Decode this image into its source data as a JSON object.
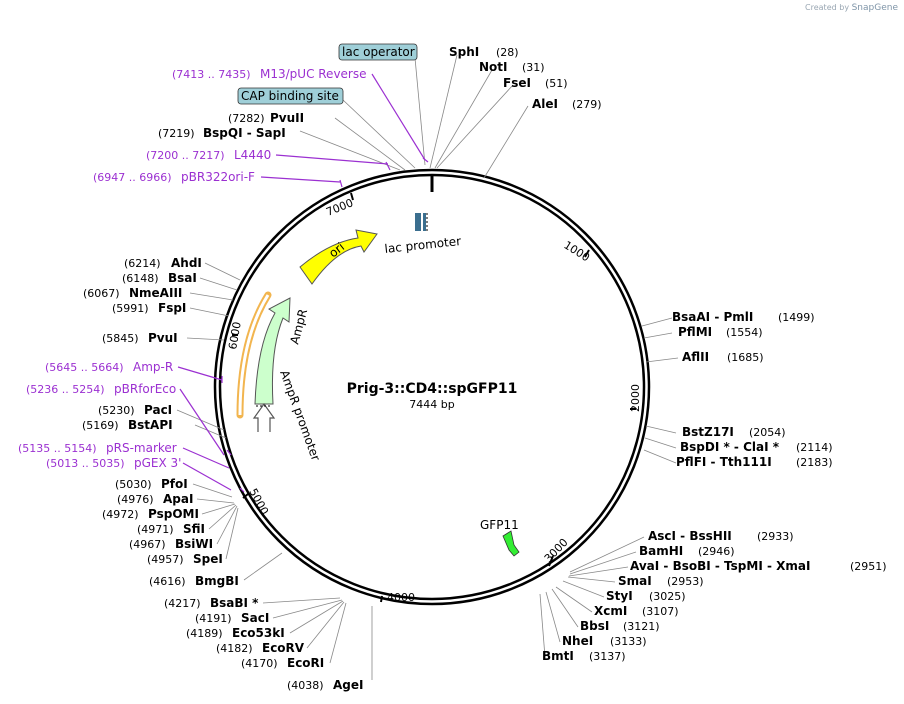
{
  "brand": {
    "prefix": "Created by",
    "name": "SnapGene"
  },
  "plasmid": {
    "name": "Prig-3::CD4::spGFP11",
    "length_label": "7444 bp"
  },
  "ticks": [
    "1000",
    "2000",
    "3000",
    "4000",
    "5000",
    "6000",
    "7000"
  ],
  "features": {
    "ori": "ori",
    "ampr": "AmpR",
    "ampr_promoter": "AmpR promoter",
    "lac_promoter": "lac promoter",
    "gfp11": "GFP11"
  },
  "boxed_features": {
    "lac_operator": "lac operator",
    "cap_site": "CAP binding site"
  },
  "primers": [
    {
      "pos": "(7413 .. 7435)",
      "name": "M13/pUC Reverse"
    },
    {
      "pos": "(7200 .. 7217)",
      "name": "L4440"
    },
    {
      "pos": "(6947 .. 6966)",
      "name": "pBR322ori-F"
    },
    {
      "pos": "(5645 .. 5664)",
      "name": "Amp-R"
    },
    {
      "pos": "(5236 .. 5254)",
      "name": "pBRforEco"
    },
    {
      "pos": "(5135 .. 5154)",
      "name": "pRS-marker"
    },
    {
      "pos": "(5013 .. 5035)",
      "name": "pGEX 3'"
    }
  ],
  "sites_top": [
    {
      "name": "SphI",
      "pos": "(28)"
    },
    {
      "name": "NotI",
      "pos": "(31)"
    },
    {
      "name": "FseI",
      "pos": "(51)"
    },
    {
      "name": "AleI",
      "pos": "(279)"
    }
  ],
  "sites_left_top": [
    {
      "pos": "(7282)",
      "name": "PvuII"
    },
    {
      "pos": "(7219)",
      "name": "BspQI  -  SapI"
    }
  ],
  "sites_left": [
    {
      "pos": "(6214)",
      "name": "AhdI"
    },
    {
      "pos": "(6148)",
      "name": "BsaI"
    },
    {
      "pos": "(6067)",
      "name": "NmeAIII"
    },
    {
      "pos": "(5991)",
      "name": "FspI"
    },
    {
      "pos": "(5845)",
      "name": "PvuI"
    },
    {
      "pos": "(5230)",
      "name": "PacI"
    },
    {
      "pos": "(5169)",
      "name": "BstAPI"
    },
    {
      "pos": "(5030)",
      "name": "PfoI"
    },
    {
      "pos": "(4976)",
      "name": "ApaI"
    },
    {
      "pos": "(4972)",
      "name": "PspOMI"
    },
    {
      "pos": "(4971)",
      "name": "SfiI"
    },
    {
      "pos": "(4967)",
      "name": "BsiWI"
    },
    {
      "pos": "(4957)",
      "name": "SpeI"
    },
    {
      "pos": "(4616)",
      "name": "BmgBI"
    },
    {
      "pos": "(4217)",
      "name": "BsaBI *"
    },
    {
      "pos": "(4191)",
      "name": "SacI"
    },
    {
      "pos": "(4189)",
      "name": "Eco53kI"
    },
    {
      "pos": "(4182)",
      "name": "EcoRV"
    },
    {
      "pos": "(4170)",
      "name": "EcoRI"
    },
    {
      "pos": "(4038)",
      "name": "AgeI"
    }
  ],
  "sites_right": [
    {
      "name": "BsaAI  -  PmlI",
      "pos": "(1499)"
    },
    {
      "name": "PflMI",
      "pos": "(1554)"
    },
    {
      "name": "AflII",
      "pos": "(1685)"
    },
    {
      "name": "BstZ17I",
      "pos": "(2054)"
    },
    {
      "name": "BspDI *  -  ClaI *",
      "pos": "(2114)"
    },
    {
      "name": "PflFI  -  Tth111I",
      "pos": "(2183)"
    },
    {
      "name": "AscI  -  BssHII",
      "pos": "(2933)"
    },
    {
      "name": "BamHI",
      "pos": "(2946)"
    },
    {
      "name": "AvaI  -  BsoBI  -  TspMI  -  XmaI",
      "pos": "(2951)"
    },
    {
      "name": "SmaI",
      "pos": "(2953)"
    },
    {
      "name": "StyI",
      "pos": "(3025)"
    },
    {
      "name": "XcmI",
      "pos": "(3107)"
    },
    {
      "name": "BbsI",
      "pos": "(3121)"
    },
    {
      "name": "NheI",
      "pos": "(3133)"
    },
    {
      "name": "BmtI",
      "pos": "(3137)"
    }
  ],
  "colors": {
    "primer": "#9b30d1",
    "ori": "#ffff00",
    "ampr": "#ccffcc",
    "gfp": "#33ee33",
    "lac": "#3b6f8f",
    "box": "#9fcfd8",
    "halo": "#f0a830"
  }
}
